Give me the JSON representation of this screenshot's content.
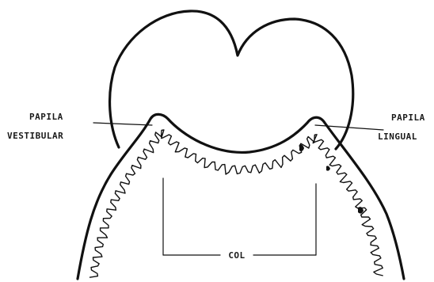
{
  "labels": {
    "papila_vestibular_line1": "PAPILA",
    "papila_vestibular_line2": "VESTIBULAR",
    "papila_lingual_line1": "PAPILA",
    "papila_lingual_line2": "LINGUAL",
    "col": "COL"
  }
}
